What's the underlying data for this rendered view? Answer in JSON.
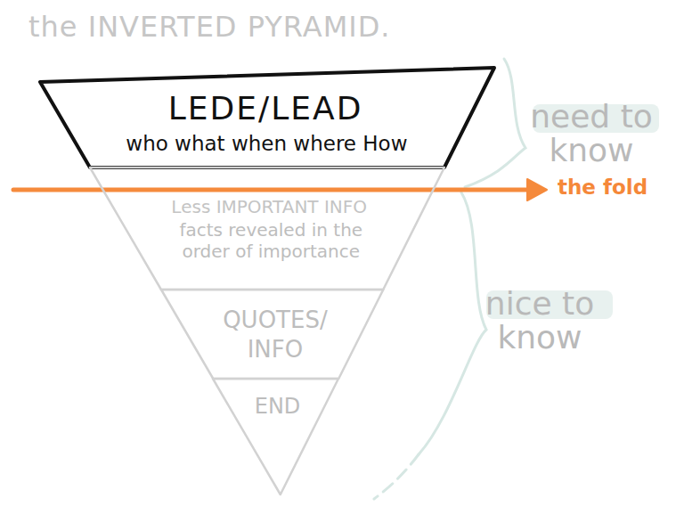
{
  "diagram": {
    "title": "the INVERTED PYRAMID.",
    "nodes": [
      {
        "text": [
          "LEDE/LEAD",
          "who what when where How"
        ]
      },
      {
        "text": [
          "Less IMPORTANT INFO",
          "facts revealed in the order of importance"
        ]
      },
      {
        "text": [
          "QUOTES/ INFO"
        ]
      },
      {
        "text": [
          "END"
        ]
      }
    ],
    "labels": [
      "need to know",
      "nice to know",
      "the fold"
    ]
  }
}
